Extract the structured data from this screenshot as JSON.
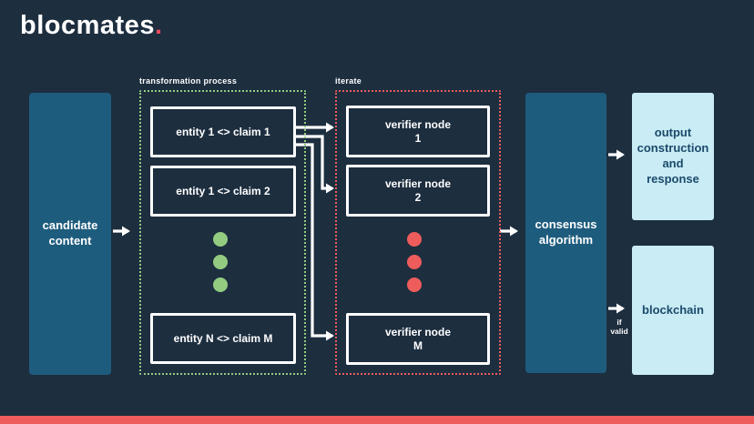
{
  "theme": {
    "bg": "#1d2e3f",
    "teal": "#1e5c7e",
    "light": "#c9ecf5",
    "ink": "#1b4a6b",
    "green": "#93cc80",
    "red": "#ee5c5c",
    "logo_dot": "#ee4c5e",
    "white": "#ffffff"
  },
  "logo": {
    "text": "blocmates",
    "dot": "."
  },
  "groups": {
    "transformation": {
      "title": "transformation process",
      "items": [
        "entity 1 <> claim 1",
        "entity 1 <> claim 2",
        "entity N <> claim M"
      ]
    },
    "iterate": {
      "title": "iterate",
      "items": [
        {
          "lines": [
            "verifier node",
            "1"
          ]
        },
        {
          "lines": [
            "verifier node",
            "2"
          ]
        },
        {
          "lines": [
            "verifier node",
            "M"
          ]
        }
      ]
    }
  },
  "nodes": {
    "candidate": {
      "lines": [
        "candidate",
        "content"
      ]
    },
    "consensus": {
      "lines": [
        "consensus",
        "algorithm"
      ]
    },
    "output": {
      "lines": [
        "output",
        "construction",
        "and",
        "response"
      ]
    },
    "blockchain": {
      "label": "blockchain"
    }
  },
  "labels": {
    "if_valid": {
      "lines": [
        "if",
        "valid"
      ]
    }
  }
}
